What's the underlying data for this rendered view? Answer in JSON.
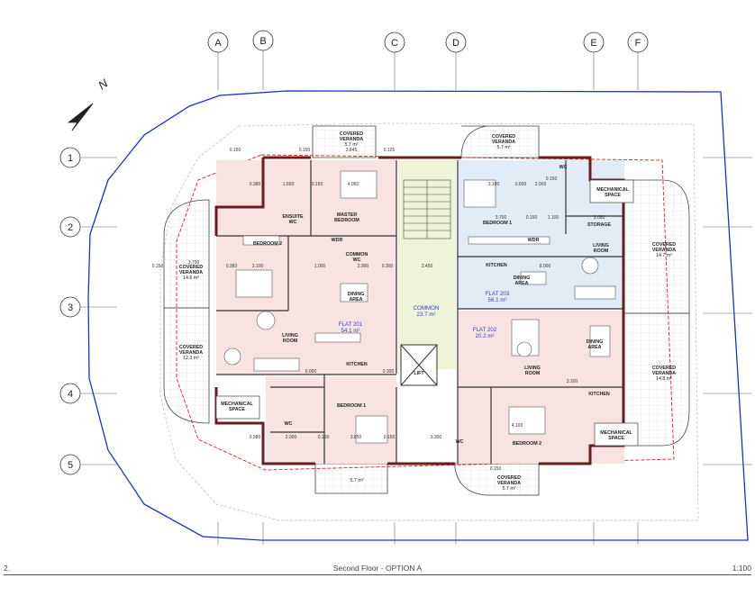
{
  "grid": {
    "columns": [
      "A",
      "B",
      "C",
      "D",
      "E",
      "F"
    ],
    "rows": [
      "1",
      "2",
      "3",
      "4",
      "5"
    ]
  },
  "north_label": "N",
  "rooms": {
    "covered_veranda_top_left": [
      "COVERED",
      "VERANDA",
      "5.7 m²"
    ],
    "covered_veranda_top_right": [
      "COVERED",
      "VERANDA",
      "5.7 m²"
    ],
    "covered_veranda_left_upper": [
      "COVERED",
      "VERANDA",
      "14.6 m²"
    ],
    "covered_veranda_left_lower": [
      "COVERED",
      "VERANDA",
      "12.3 m²"
    ],
    "covered_veranda_right_upper": [
      "COVERED",
      "VERANDA",
      "14.7 m²"
    ],
    "covered_veranda_right_lower": [
      "COVERED",
      "VERANDA",
      "14.8 m²"
    ],
    "covered_veranda_bottom_right": [
      "COVERED",
      "VERANDA",
      "5.7 m²"
    ],
    "veranda_bottom_left_area": "5.7 m²",
    "ensuite_wc": [
      "ENSUITE",
      "WC"
    ],
    "master_bedroom": [
      "MASTER",
      "BEDROOM"
    ],
    "wdr_1": "WDR",
    "common_wc_1": [
      "COMMON",
      "WC"
    ],
    "bedroom_2_flat201": "BEDROOM 2",
    "dining_area_flat201": [
      "DINING",
      "AREA"
    ],
    "flat_201": [
      "FLAT 201",
      "54.1 m²"
    ],
    "living_room_flat201": [
      "LIVING",
      "ROOM"
    ],
    "kitchen_flat201": "KITCHEN",
    "mechanical_space_left": [
      "MECHANICAL",
      "SPACE"
    ],
    "common": [
      "COMMON",
      "23.7 m²"
    ],
    "lift": "LIFT",
    "bedroom_1_top_right": "BEDROOM 1",
    "wc_top_right": "WC",
    "storage": "STORAGE",
    "mechanical_space_right_top": [
      "MECHANICAL",
      "SPACE"
    ],
    "wdr_2": "WDR",
    "living_room_flat203": [
      "LIVING",
      "ROOM"
    ],
    "kitchen_flat203": "KITCHEN",
    "dining_area_flat203": [
      "DINING",
      "AREA"
    ],
    "flat_203": [
      "FLAT 203",
      "56.1 m²"
    ],
    "flat_202": [
      "FLAT 202",
      "20.2 m²"
    ],
    "living_room_flat202": [
      "LIVING",
      "ROOM"
    ],
    "dining_area_flat202": [
      "DINING",
      "AREA"
    ],
    "kitchen_flat202": "KITCHEN",
    "bedroom_1_bottom": "BEDROOM 1",
    "wc_bottom_left": "WC",
    "wc_bottom_mid": "WC",
    "bedroom_2_bottom_right": "BEDROOM 2",
    "mechanical_space_right_bottom": [
      "MECHANICAL",
      "SPACE"
    ]
  },
  "dimensions": {
    "d_3845": "3.845",
    "d_0150_a": "0.150",
    "d_0125": "0.125",
    "d_4050": "4.050",
    "d_1650": "1.650",
    "d_0380_a": "0.380",
    "d_0150_b": "0.150",
    "d_3100": "3.100",
    "d_0600": "0.600",
    "d_0150_c": "0.150",
    "d_2000_a": "2.000",
    "d_3700": "3.700",
    "d_0150_d": "0.150",
    "d_1100": "1.100",
    "d_3050": "3.050",
    "d_0150_e": "0.150",
    "d_3700_b": "3.700",
    "d_0383": "0.383",
    "d_3100_b": "3.100",
    "d_1000": "1.000",
    "d_2900": "2.900",
    "d_0300": "0.300",
    "d_2450": "2.450",
    "d_8000": "8.000",
    "d_6000": "6.000",
    "d_0300_b": "0.300",
    "d_3100_c": "3.100",
    "d_0380_b": "0.380",
    "d_2000_b": "2.000",
    "d_0150_f": "0.150",
    "d_3850": "3.850",
    "d_0150_g": "0.150",
    "d_3300": "3.300",
    "d_4100": "4.100",
    "d_0150_h": "0.150",
    "d_0150_i": "0.150"
  },
  "footer": {
    "sheet": "2.",
    "title": "Second Floor - OPTION A",
    "scale": "1:100"
  },
  "colors": {
    "boundary": "#1a2fd6",
    "flat_201": "#f9e2e2",
    "flat_202": "#f9e2e2",
    "flat_203": "#e2ecf7",
    "common": "#eef4d8",
    "wall": "#6b1c1c",
    "red_dash": "#e02020"
  }
}
